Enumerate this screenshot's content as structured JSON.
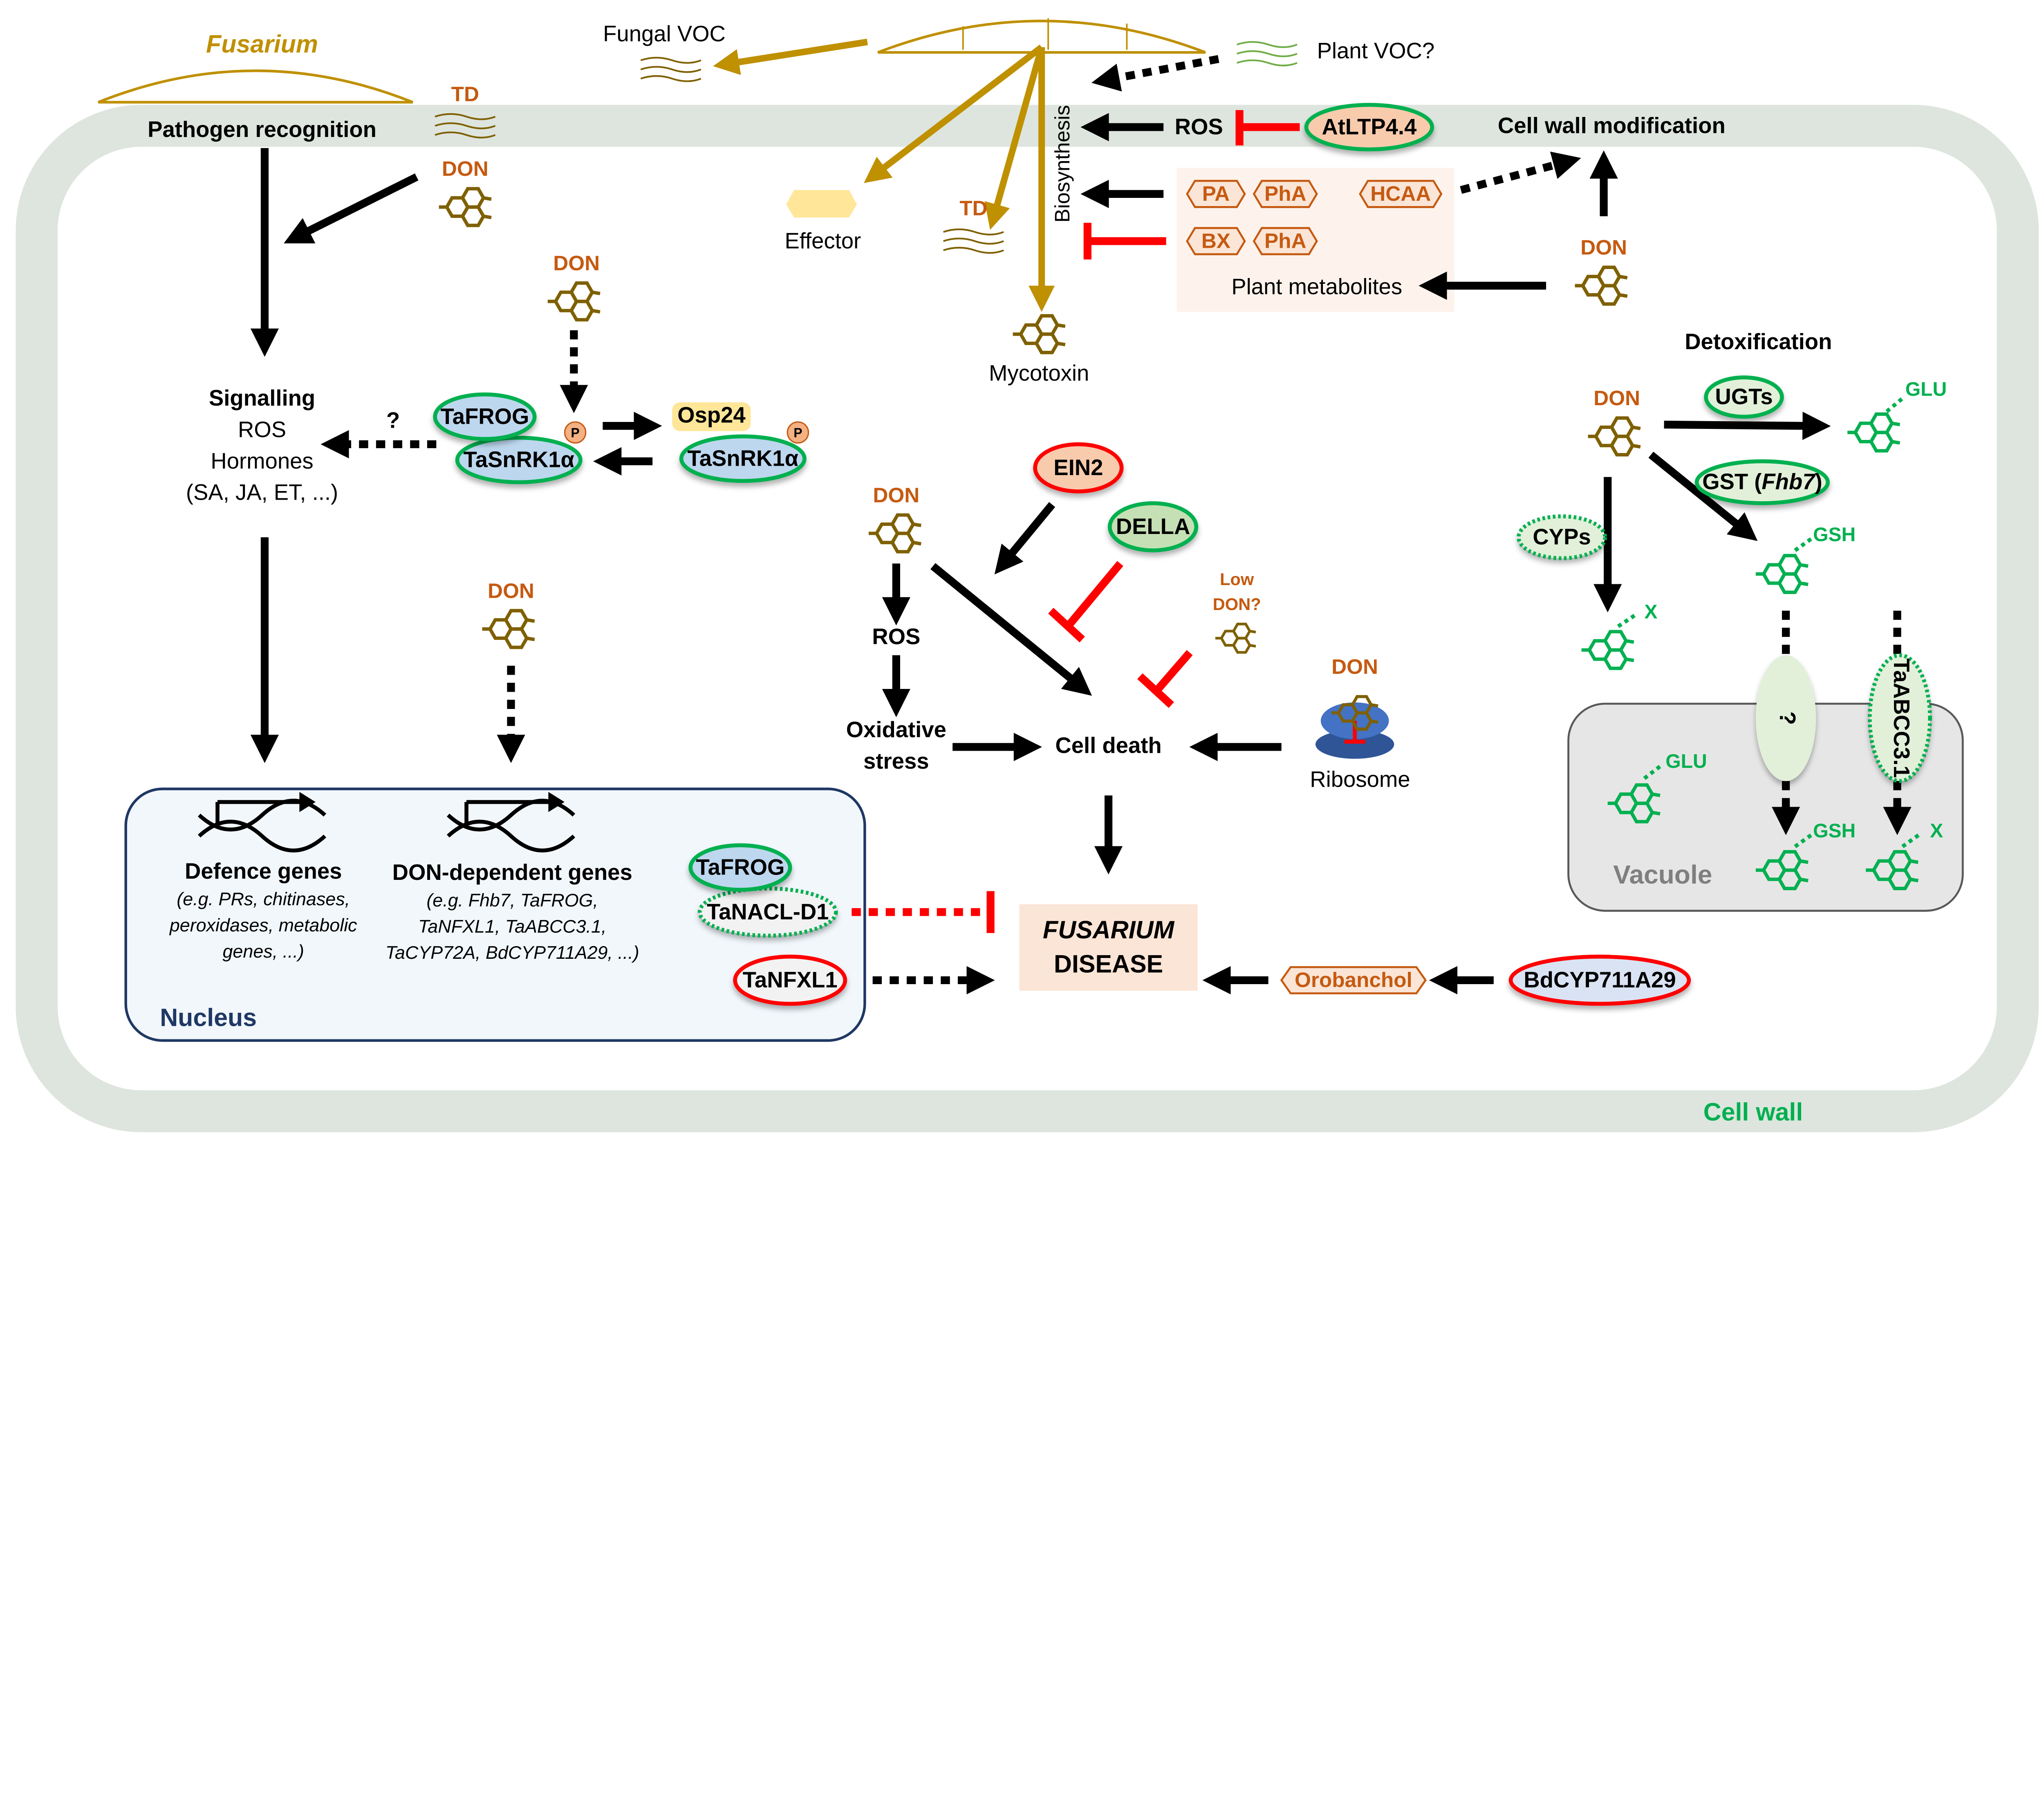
{
  "colors": {
    "gold": "#bf9000",
    "don_text": "#c55a11",
    "molecule": "#7f6000",
    "detox_green": "#00b050",
    "inhibition_red": "#ff0000",
    "cell_wall": "#dde5de",
    "nucleus_border": "#1f3864"
  },
  "fungus": {
    "label": "Fusarium",
    "fungal_voc": "Fungal VOC",
    "plant_voc": "Plant VOC?",
    "td_top": "TD",
    "td_mid": "TD",
    "pathogen_recognition": "Pathogen recognition",
    "don_top": "DON",
    "biosynthesis": "Biosynthesis",
    "effector": "Effector",
    "mycotoxin": "Mycotoxin"
  },
  "ros_block": {
    "ros": "ROS",
    "atltp": "AtLTP4.4",
    "cell_wall_mod": "Cell wall modification"
  },
  "metabolites": {
    "pa": "PA",
    "pha1": "PhA",
    "hcaa": "HCAA",
    "bx": "BX",
    "pha2": "PhA",
    "label": "Plant metabolites",
    "don": "DON"
  },
  "signalling": {
    "title": "Signalling",
    "ros": "ROS",
    "hormones": "Hormones",
    "examples": "(SA, JA, ET, ...)",
    "question": "?",
    "don": "DON",
    "tafrog": "TaFROG",
    "tasnrk_left": "TaSnRK1α",
    "p_left": "P",
    "osp24": "Osp24",
    "tasnrk_right": "TaSnRK1α",
    "p_right": "P",
    "don_lower": "DON"
  },
  "cell_death": {
    "ein2": "EIN2",
    "della": "DELLA",
    "don": "DON",
    "ros": "ROS",
    "oxidative1": "Oxidative",
    "oxidative2": "stress",
    "low": "Low",
    "low_don": "DON?",
    "cell_death": "Cell death",
    "don_ribo": "DON",
    "ribosome": "Ribosome"
  },
  "detox": {
    "title": "Detoxification",
    "don": "DON",
    "ugts": "UGTs",
    "glu": "GLU",
    "gst": "GST (",
    "gst_gene": "Fhb7",
    "gst_close": ")",
    "gsh": "GSH",
    "cyps": "CYPs",
    "x": "X",
    "vacuole": "Vacuole",
    "vac_glu": "GLU",
    "transporter_unknown": "?",
    "taabcc": "TaABCC3.1",
    "vac_gsh": "GSH",
    "vac_x": "X"
  },
  "nucleus": {
    "label": "Nucleus",
    "defence_title": "Defence genes",
    "defence_ex": [
      "(e.g. PRs, chitinases,",
      "peroxidases, metabolic",
      "genes, ...)"
    ],
    "don_title": "DON-dependent genes",
    "don_ex": [
      "(e.g. Fhb7, TaFROG,",
      "TaNFXL1, TaABCC3.1,",
      "TaCYP72A, BdCYP711A29, ...)"
    ],
    "tafrog": "TaFROG",
    "tanacl": "TaNACL-D1",
    "tanfxl1": "TaNFXL1"
  },
  "disease": {
    "line1": "FUSARIUM",
    "line2": "DISEASE",
    "orobanchol": "Orobanchol",
    "bdcyp": "BdCYP711A29"
  },
  "cell_wall": "Cell wall"
}
